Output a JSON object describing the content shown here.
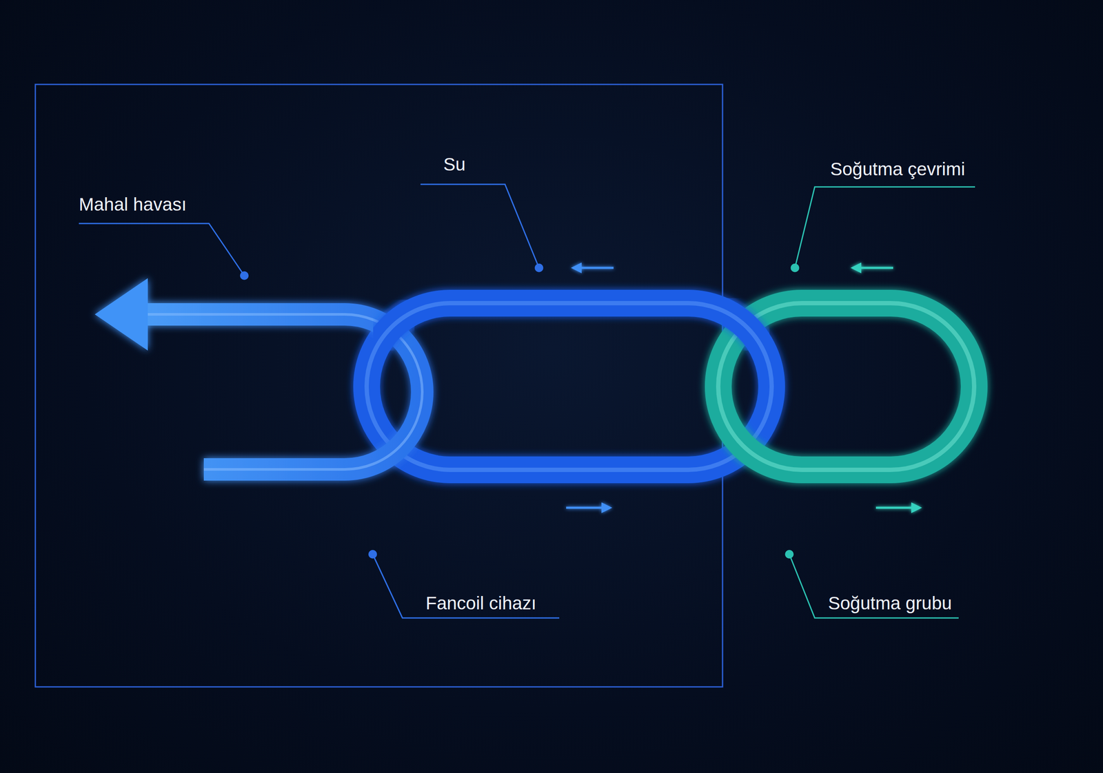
{
  "diagram": {
    "nodes": [
      {
        "text": [
          "Fancoil cihazı"
        ]
      },
      {
        "text": [
          "Soğutma grubu"
        ]
      }
    ],
    "labels": [
      "Mahal havası",
      "Su",
      "Soğutma çevrimi"
    ]
  }
}
